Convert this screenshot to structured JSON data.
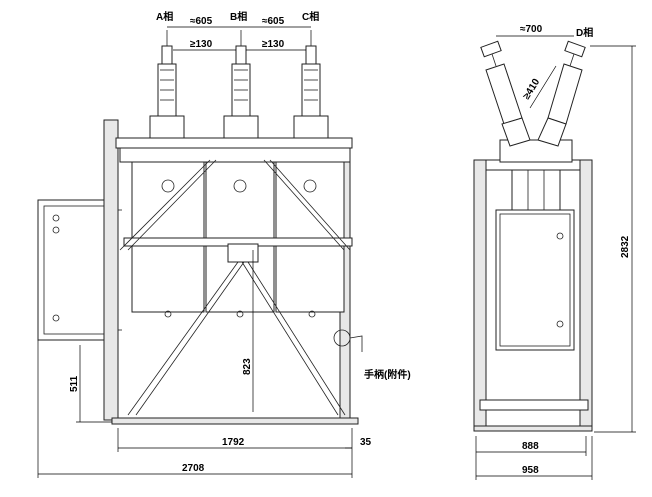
{
  "front_view": {
    "phase_labels": [
      "A相",
      "B相",
      "C相"
    ],
    "spacing_approx_1": "≈605",
    "spacing_approx_2": "≈605",
    "clearance_1": "≥130",
    "clearance_2": "≥130",
    "height_823": "823",
    "height_511": "511",
    "width_1792": "1792",
    "offset_35": "35",
    "total_width_2708": "2708",
    "handle_label": "手柄(附件)"
  },
  "side_view": {
    "top_spacing": "≈700",
    "phase_d": "D相",
    "clearance_410": "≥410",
    "total_height_2832": "2832",
    "base_888": "888",
    "base_958": "958"
  }
}
